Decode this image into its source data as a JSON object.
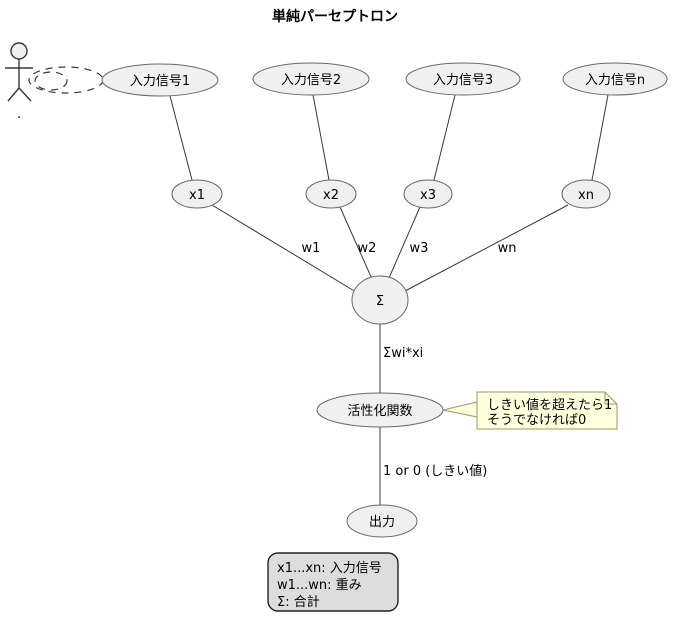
{
  "title": "単純パーセプトロン",
  "actor": {
    "label": "."
  },
  "nodes": {
    "input1": "入力信号1",
    "input2": "入力信号2",
    "input3": "入力信号3",
    "inputN": "入力信号n",
    "x1": "x1",
    "x2": "x2",
    "x3": "x3",
    "xn": "xn",
    "sum": "Σ",
    "activation": "活性化関数",
    "output": "出力"
  },
  "edge_labels": {
    "w1": "w1",
    "w2": "w2",
    "w3": "w3",
    "wn": "wn",
    "sum_formula": "Σwi*xi",
    "threshold": "1 or 0 (しきい値)"
  },
  "note": {
    "line1": "しきい値を超えたら1",
    "line2": "そうでなければ0"
  },
  "legend": {
    "line1": "x1...xn: 入力信号",
    "line2": "w1...wn: 重み",
    "line3": "Σ: 合計"
  },
  "colors": {
    "node_fill": "#f0f0f0",
    "node_stroke": "#696969",
    "line_color": "#383838",
    "note_fill": "#feffdd",
    "note_stroke": "#999966",
    "legend_fill": "#dddddd"
  }
}
